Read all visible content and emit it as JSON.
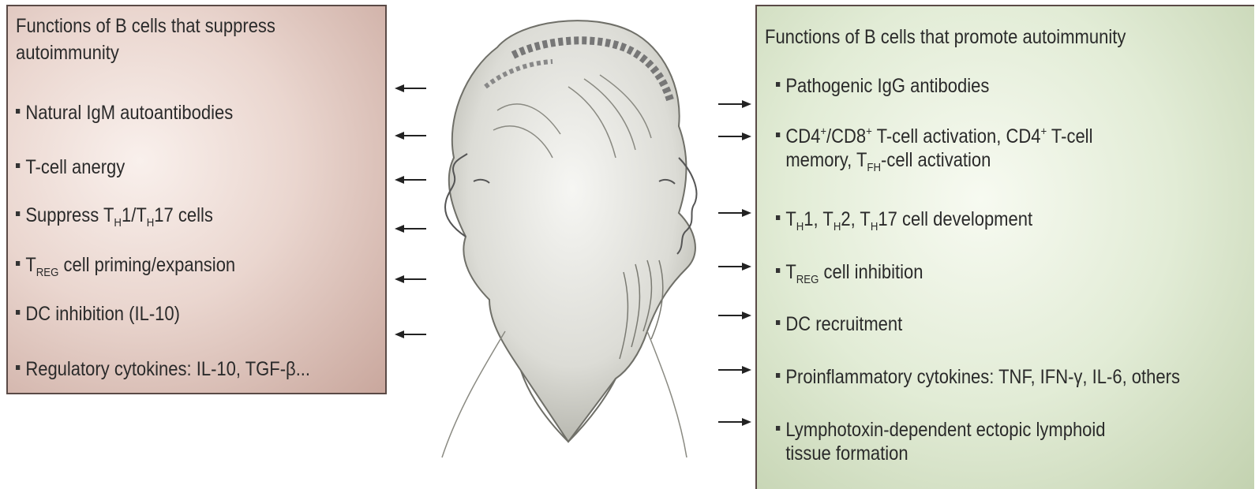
{
  "left_panel": {
    "title_line1": "Functions of B cells that suppress",
    "title_line2": "autoimmunity",
    "items": [
      {
        "text": "Natural IgM autoantibodies"
      },
      {
        "text": "T-cell anergy"
      },
      {
        "pre": "Suppress T",
        "sub1": "H",
        "mid": "1/T",
        "sub2": "H",
        "post": "17 cells"
      },
      {
        "pre": "T",
        "sub1": "REG",
        "post": " cell priming/expansion"
      },
      {
        "text": "DC inhibition (IL-10)"
      },
      {
        "text": "Regulatory cytokines: IL-10, TGF-β..."
      }
    ]
  },
  "right_panel": {
    "title": "Functions of B cells that promote autoimmunity",
    "items": [
      {
        "text": "Pathogenic IgG antibodies"
      },
      {
        "a": "CD4",
        "sup1": "+",
        "b": "/CD8",
        "sup2": "+",
        "c": " T-cell activation, CD4",
        "sup3": "+",
        "d": " T-cell",
        "line2a": "memory, T",
        "line2sub": "FH",
        "line2b": "-cell activation"
      },
      {
        "a": "T",
        "s1": "H",
        "b": "1, T",
        "s2": "H",
        "c": "2, T",
        "s3": "H",
        "d": "17 cell development"
      },
      {
        "pre": "T",
        "sub1": "REG",
        "post": " cell inhibition"
      },
      {
        "text": "DC recruitment"
      },
      {
        "text": "Proinflammatory cytokines: TNF, IFN-γ, IL-6, others"
      },
      {
        "line1": "Lymphotoxin-dependent ectopic lymphoid",
        "line2": "tissue formation"
      }
    ]
  },
  "colors": {
    "left_panel_bg": "#ead6cf",
    "right_panel_bg": "#e2ecd6",
    "border": "#5a4a46",
    "arrow": "#222222"
  },
  "illustration": "janus-two-faced-head"
}
